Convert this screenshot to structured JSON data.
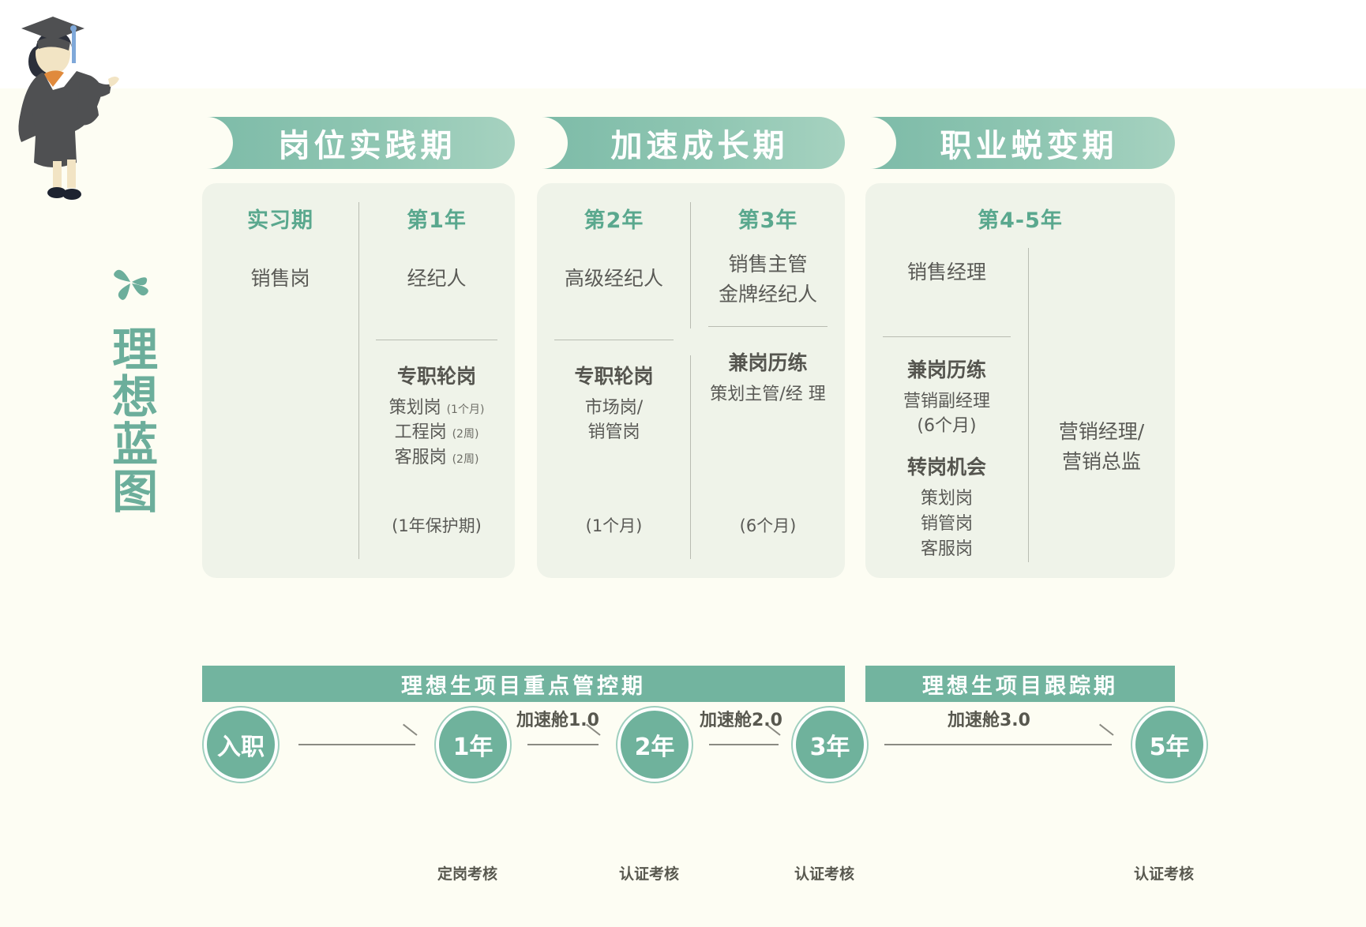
{
  "brand": {
    "icon": "clover-flower-icon",
    "title": "理想蓝图",
    "accent_color": "#6cae9b"
  },
  "illustration": {
    "name": "graduate-illustration",
    "gown_color": "#4f5052",
    "tassel_color": "#7fa8d9",
    "skin_color": "#f2e4c4",
    "collar_color": "#e08a3c"
  },
  "phases": [
    {
      "banner": "岗位实践期",
      "columns": [
        {
          "year": "实习期",
          "roles": [
            "销售岗"
          ],
          "sections": [],
          "note": ""
        },
        {
          "year": "第1年",
          "roles": [
            "经纪人"
          ],
          "sections": [
            {
              "title": "专职轮岗",
              "items": [
                {
                  "label": "策划岗",
                  "sub": "(1个月)"
                },
                {
                  "label": "工程岗",
                  "sub": "(2周)"
                },
                {
                  "label": "客服岗",
                  "sub": "(2周)"
                }
              ]
            }
          ],
          "note": "(1年保护期)"
        }
      ]
    },
    {
      "banner": "加速成长期",
      "columns": [
        {
          "year": "第2年",
          "roles": [
            "高级经纪人"
          ],
          "sections": [
            {
              "title": "专职轮岗",
              "items": [
                {
                  "label": "市场岗/",
                  "sub": ""
                },
                {
                  "label": "销管岗",
                  "sub": ""
                }
              ]
            }
          ],
          "note": "(1个月)"
        },
        {
          "year": "第3年",
          "roles": [
            "销售主管",
            "金牌经纪人"
          ],
          "sections": [
            {
              "title": "兼岗历练",
              "items": [
                {
                  "label": "策划主管/经 理",
                  "sub": ""
                }
              ]
            }
          ],
          "note": "(6个月)"
        }
      ]
    },
    {
      "banner": "职业蜕变期",
      "year_wide": "第4-5年",
      "columns": [
        {
          "year": "",
          "roles": [
            "销售经理"
          ],
          "sections": [
            {
              "title": "兼岗历练",
              "items": [
                {
                  "label": "营销副经理",
                  "sub": ""
                },
                {
                  "label": "(6个月)",
                  "sub": ""
                }
              ]
            },
            {
              "title": "转岗机会",
              "items": [
                {
                  "label": "策划岗",
                  "sub": ""
                },
                {
                  "label": "销管岗",
                  "sub": ""
                },
                {
                  "label": "客服岗",
                  "sub": ""
                }
              ]
            }
          ],
          "note": ""
        },
        {
          "year": "",
          "roles": [
            "营销经理/",
            "营销总监"
          ],
          "sections": [],
          "note": ""
        }
      ]
    }
  ],
  "phase_bars": [
    {
      "label": "理想生项目重点管控期"
    },
    {
      "label": "理想生项目跟踪期"
    }
  ],
  "timeline": {
    "nodes": [
      {
        "label": "入职",
        "foot": ""
      },
      {
        "label": "1年",
        "foot": "定岗考核"
      },
      {
        "label": "2年",
        "foot": "认证考核"
      },
      {
        "label": "3年",
        "foot": "认证考核"
      },
      {
        "label": "5年",
        "foot": "认证考核"
      }
    ],
    "connectors": [
      {
        "label": ""
      },
      {
        "label": "加速舱1.0"
      },
      {
        "label": "加速舱2.0"
      },
      {
        "label": "加速舱3.0"
      }
    ],
    "node_color": "#6fb29c"
  }
}
